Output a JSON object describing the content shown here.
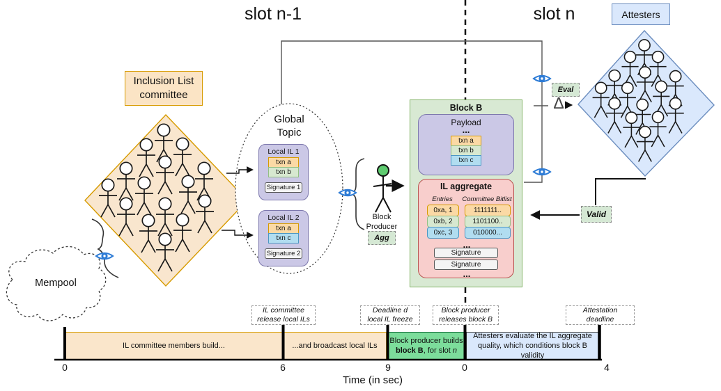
{
  "slots": {
    "left": "slot n-1",
    "right": "slot n"
  },
  "attesters": {
    "label": "Attesters"
  },
  "committee": {
    "label": [
      "Inclusion List",
      "committee"
    ]
  },
  "mempool": {
    "label": "Mempool"
  },
  "global_topic": {
    "title": [
      "Global",
      "Topic"
    ]
  },
  "local_il_1": {
    "title": "Local IL 1",
    "txn_1": "txn a",
    "txn_2": "txn b",
    "signature": "Signature 1"
  },
  "local_il_2": {
    "title": "Local IL 2",
    "txn_1": "txn a",
    "txn_2": "txn c",
    "signature": "Signature 2"
  },
  "producer": {
    "label": [
      "Block",
      "Producer"
    ],
    "agg": "Agg"
  },
  "block_b": {
    "title": "Block B",
    "payload": {
      "title": "Payload",
      "ellipsis": "...",
      "txns": [
        "txn a",
        "txn b",
        "txn c"
      ]
    },
    "il_aggregate": {
      "title": "IL aggregate",
      "entries_label": "Entries",
      "bitlist_label": "Committee Bitlist",
      "entries": [
        "0xa, 1",
        "0xb, 2",
        "0xc, 3"
      ],
      "bitlists": [
        "1111111..",
        "1101100..",
        "010000..."
      ],
      "ellipsis_rows": "...",
      "signatures": [
        "Signature",
        "Signature"
      ],
      "ellipsis_sigs": "..."
    }
  },
  "badges": {
    "eval": "Eval",
    "valid": "Valid",
    "delta": "Δ"
  },
  "timeline": {
    "segment_1": "IL committee members build...",
    "segment_2": "...and broadcast local ILs",
    "segment_3": {
      "pre": "Block producer builds",
      "bold": "block B",
      "mid": ", for slot ",
      "italic": "n"
    },
    "segment_4": [
      "Attesters evaluate the IL aggregate",
      "quality, which conditions block B validity"
    ],
    "milestones": [
      [
        "IL committee",
        "release local ILs"
      ],
      [
        "Deadline d",
        "local IL freeze"
      ],
      [
        "Block producer",
        "releases block B"
      ],
      [
        "Attestation",
        "deadline"
      ]
    ],
    "ticks": [
      "0",
      "6",
      "9",
      "0",
      "4"
    ],
    "axis_label": "Time (in sec)"
  },
  "colors": {
    "orange_fill": "#FBD9A5",
    "orange_stroke": "#D79B00",
    "green_fill": "#D5E8D4",
    "green_stroke": "#82B366",
    "cyan_fill": "#B1DDF0",
    "cyan_stroke": "#4C97C4",
    "purple_fill": "#CBC8E6",
    "purple_stroke": "#7D78AD",
    "blue_fill": "#DAE8FC",
    "blue_stroke": "#6C8EBF",
    "pink_fill": "#F8CECC",
    "pink_stroke": "#B85450",
    "timeline_green": "#7CDD9B",
    "eye_blue": "#2E7CD6"
  }
}
